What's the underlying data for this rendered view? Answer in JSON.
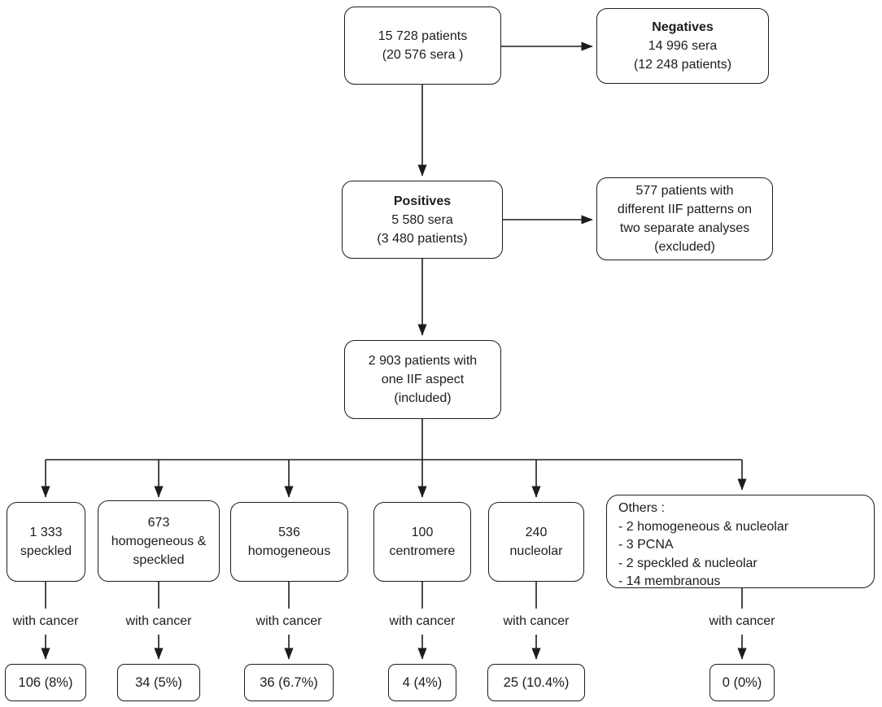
{
  "figure": {
    "type": "flowchart",
    "colors": {
      "border": "#1c1c1c",
      "background": "#ffffff",
      "text": "#1c1c1c"
    },
    "nodes": {
      "total": {
        "line1": "15 728 patients",
        "line2": "(20 576 sera )"
      },
      "negatives": {
        "title": "Negatives",
        "line1": "14 996 sera",
        "line2": "(12 248 patients)"
      },
      "positives": {
        "title": "Positives",
        "line1": "5 580 sera",
        "line2": "(3 480 patients)"
      },
      "excluded": {
        "text": "577 patients with\ndifferent IIF patterns on\ntwo separate analyses\n(excluded)"
      },
      "included": {
        "text": "2 903 patients with\none IIF aspect\n(included)"
      }
    },
    "branches": [
      {
        "id": "speckled",
        "label": "1 333\nspeckled",
        "connector": "with cancer",
        "result": "106 (8%)"
      },
      {
        "id": "homogeneous-speckled",
        "label": "673\nhomogeneous &\nspeckled",
        "connector": "with cancer",
        "result": "34 (5%)"
      },
      {
        "id": "homogeneous",
        "label": "536\nhomogeneous",
        "connector": "with cancer",
        "result": "36 (6.7%)"
      },
      {
        "id": "centromere",
        "label": "100\ncentromere",
        "connector": "with cancer",
        "result": "4 (4%)"
      },
      {
        "id": "nucleolar",
        "label": "240\nnucleolar",
        "connector": "with cancer",
        "result": "25 (10.4%)"
      },
      {
        "id": "others",
        "label": "Others :\n- 2 homogeneous & nucleolar\n- 3 PCNA\n- 2 speckled & nucleolar\n- 14 membranous",
        "connector": "with cancer",
        "result": "0 (0%)"
      }
    ]
  }
}
